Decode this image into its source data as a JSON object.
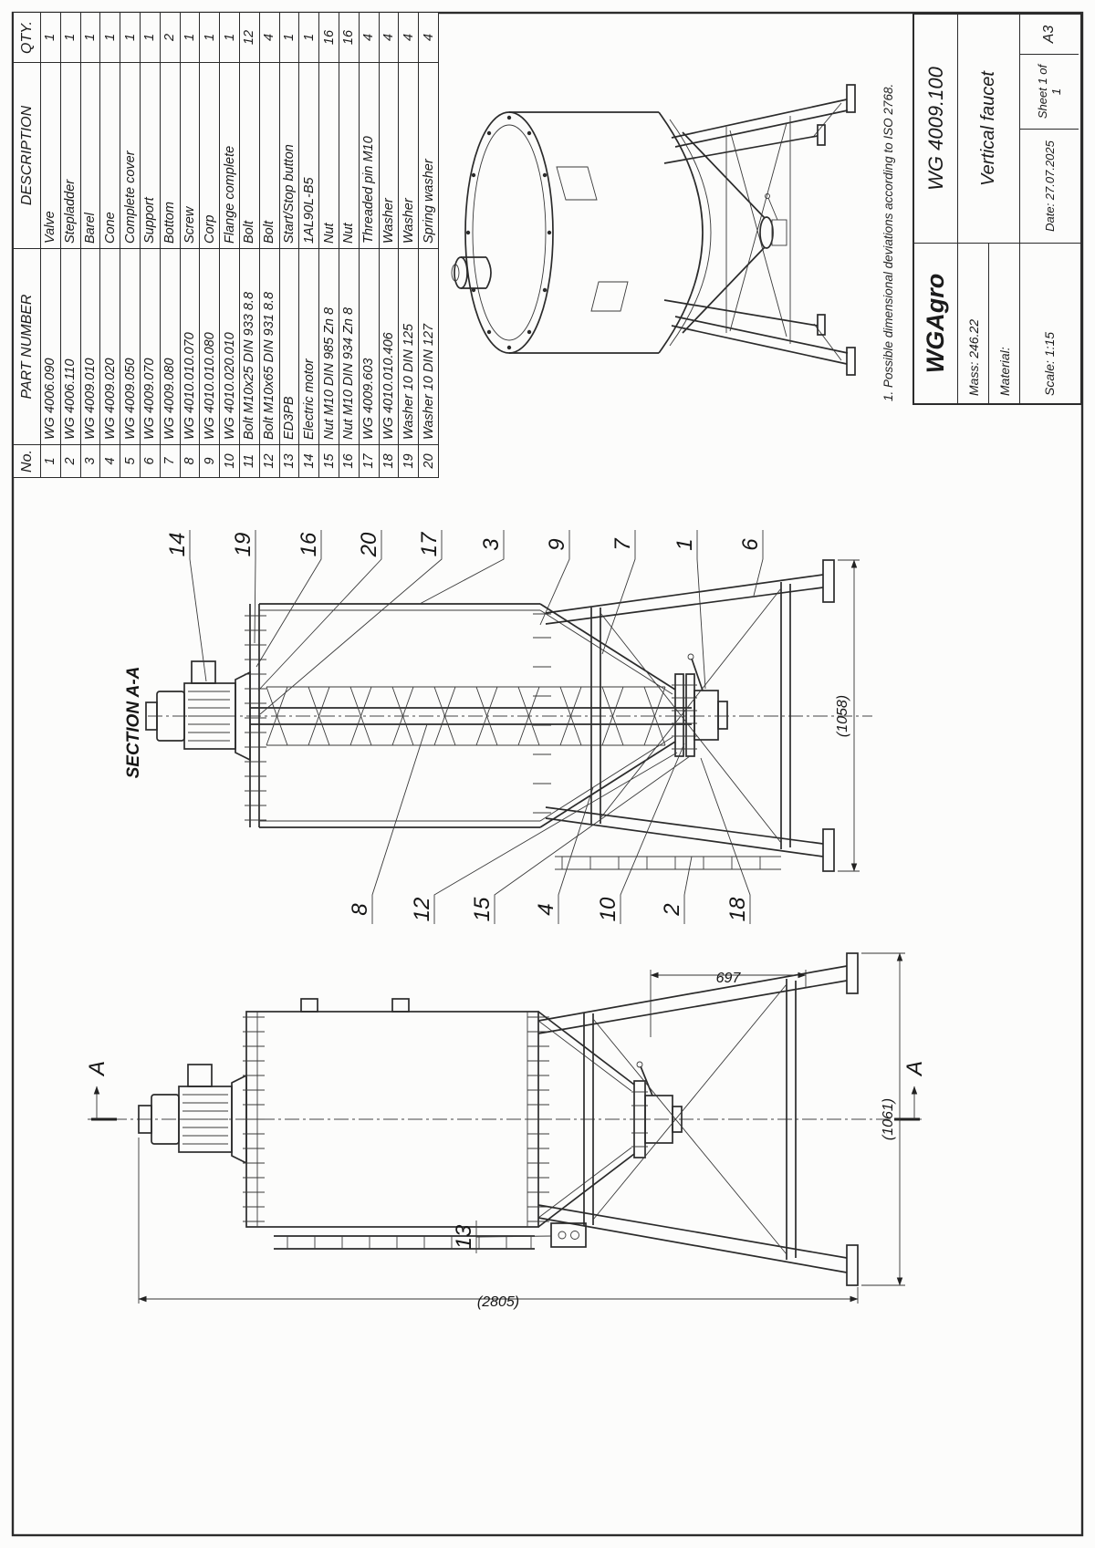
{
  "sheet": {
    "note": "1. Possible dimensional deviations according to ISO 2768."
  },
  "bom": {
    "headers": {
      "no": "No.",
      "part_number": "PART NUMBER",
      "description": "DESCRIPTION",
      "qty": "QTY."
    },
    "rows": [
      {
        "no": "1",
        "part_number": "WG 4006.090",
        "description": "Valve",
        "qty": "1"
      },
      {
        "no": "2",
        "part_number": "WG 4006.110",
        "description": "Stepladder",
        "qty": "1"
      },
      {
        "no": "3",
        "part_number": "WG 4009.010",
        "description": "Barel",
        "qty": "1"
      },
      {
        "no": "4",
        "part_number": "WG 4009.020",
        "description": "Cone",
        "qty": "1"
      },
      {
        "no": "5",
        "part_number": "WG 4009.050",
        "description": "Complete cover",
        "qty": "1"
      },
      {
        "no": "6",
        "part_number": "WG 4009.070",
        "description": "Support",
        "qty": "1"
      },
      {
        "no": "7",
        "part_number": "WG 4009.080",
        "description": "Bottom",
        "qty": "2"
      },
      {
        "no": "8",
        "part_number": "WG 4010.010.070",
        "description": "Screw",
        "qty": "1"
      },
      {
        "no": "9",
        "part_number": "WG 4010.010.080",
        "description": "Corp",
        "qty": "1"
      },
      {
        "no": "10",
        "part_number": "WG 4010.020.010",
        "description": "Flange complete",
        "qty": "1"
      },
      {
        "no": "11",
        "part_number": "Bolt M10x25 DIN 933 8.8",
        "description": "Bolt",
        "qty": "12"
      },
      {
        "no": "12",
        "part_number": "Bolt M10x65 DIN 931 8.8",
        "description": "Bolt",
        "qty": "4"
      },
      {
        "no": "13",
        "part_number": "ED3PB",
        "description": "Start/Stop button",
        "qty": "1"
      },
      {
        "no": "14",
        "part_number": "Electric motor",
        "description": "1AL90L-B5",
        "qty": "1"
      },
      {
        "no": "15",
        "part_number": "Nut M10 DIN 985 Zn 8",
        "description": "Nut",
        "qty": "16"
      },
      {
        "no": "16",
        "part_number": "Nut M10 DIN 934 Zn 8",
        "description": "Nut",
        "qty": "16"
      },
      {
        "no": "17",
        "part_number": "WG 4009.603",
        "description": "Threaded pin M10",
        "qty": "4"
      },
      {
        "no": "18",
        "part_number": "WG 4010.010.406",
        "description": "Washer",
        "qty": "4"
      },
      {
        "no": "19",
        "part_number": "Washer 10 DIN 125",
        "description": "Washer",
        "qty": "4"
      },
      {
        "no": "20",
        "part_number": "Washer 10 DIN 127",
        "description": "Spring washer",
        "qty": "4"
      }
    ]
  },
  "title_block": {
    "company": "WGAgro",
    "mass": "Mass: 246.22",
    "material": "Material:",
    "scale": "Scale: 1:15",
    "drawing_number": "WG 4009.100",
    "title": "Vertical faucet",
    "date": "Date: 27.07.2025",
    "sheet": "Sheet 1 of 1",
    "format": "A3"
  },
  "views": {
    "section_label": "SECTION A-A",
    "section_marker": "A"
  },
  "dimensions": {
    "total_height": "(2805)",
    "stand_width_front": "(1061)",
    "outlet_height": "697",
    "stand_width_section": "(1058)"
  },
  "callouts": {
    "front": [
      "13"
    ],
    "section_right": [
      "14",
      "19",
      "16",
      "20",
      "17",
      "3",
      "9",
      "7",
      "1",
      "6"
    ],
    "section_left": [
      "8",
      "12",
      "15",
      "4",
      "10",
      "2",
      "18"
    ]
  }
}
